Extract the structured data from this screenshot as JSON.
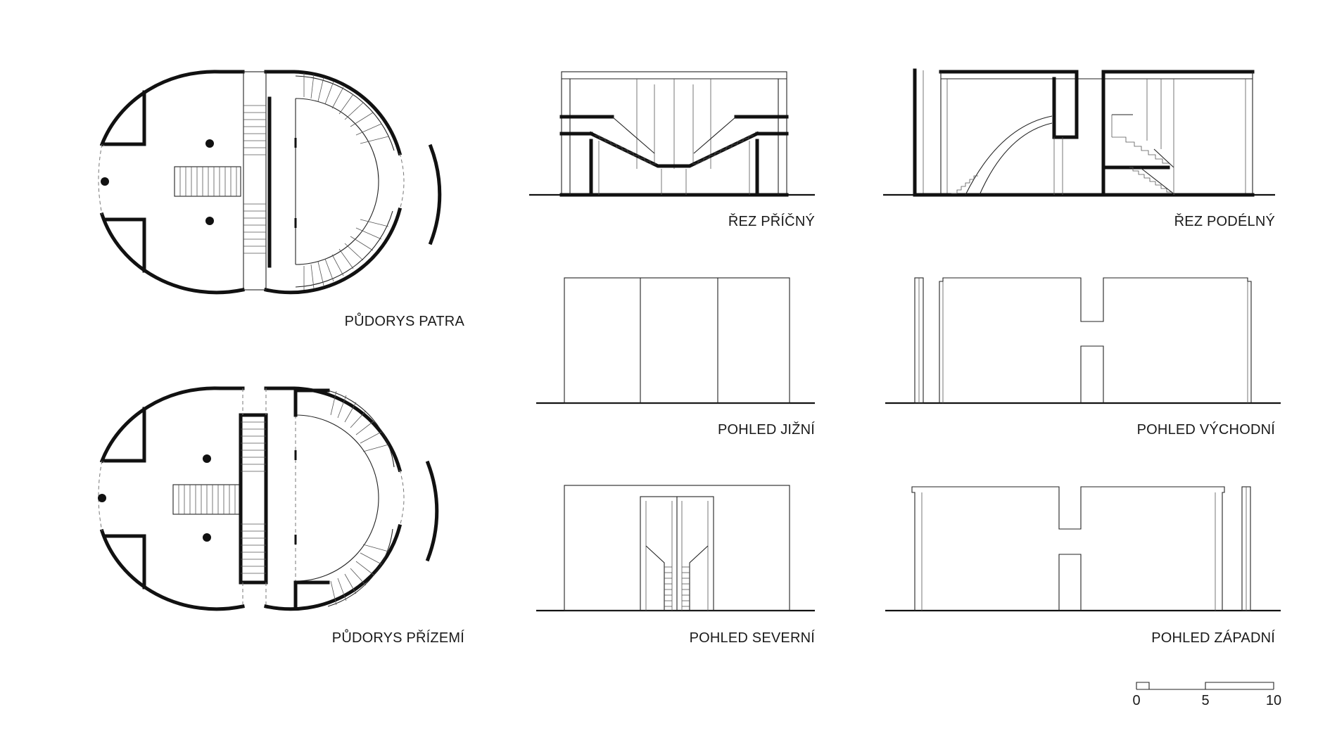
{
  "drawings": {
    "plan_upper": "PŮDORYS PATRA",
    "plan_ground": "PŮDORYS PŘÍZEMÍ",
    "section_cross": "ŘEZ PŘÍČNÝ",
    "section_long": "ŘEZ PODÉLNÝ",
    "view_south": "POHLED JIŽNÍ",
    "view_east": "POHLED VÝCHODNÍ",
    "view_north": "POHLED SEVERNÍ",
    "view_west": "POHLED ZÁPADNÍ"
  },
  "scale_bar": {
    "ticks": [
      "0",
      "5",
      "10"
    ]
  }
}
